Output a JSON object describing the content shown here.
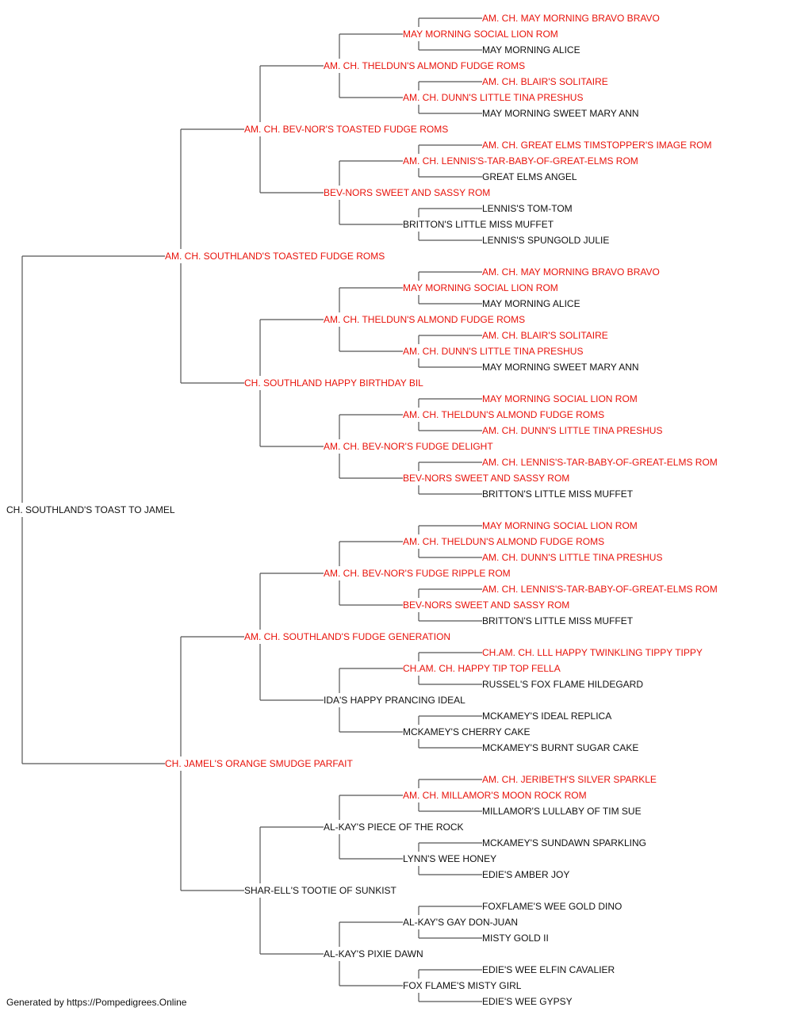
{
  "colors": {
    "champion": "#e8130b",
    "regular": "#111111",
    "line": "#555555"
  },
  "pedigree": {
    "name": "CH. SOUTHLAND'S TOAST TO JAMEL",
    "champion": false,
    "sire": {
      "name": "AM. CH. SOUTHLAND'S TOASTED FUDGE ROMS",
      "champion": true,
      "sire": {
        "name": "AM. CH. BEV-NOR'S TOASTED FUDGE ROMS",
        "champion": true,
        "sire": {
          "name": "AM. CH. THELDUN'S ALMOND FUDGE ROMS",
          "champion": true,
          "sire": {
            "name": "MAY MORNING SOCIAL LION ROM",
            "champion": true,
            "sire": {
              "name": "AM. CH. MAY MORNING BRAVO BRAVO",
              "champion": true
            },
            "dam": {
              "name": "MAY MORNING ALICE",
              "champion": false
            }
          },
          "dam": {
            "name": "AM. CH. DUNN'S LITTLE TINA PRESHUS",
            "champion": true,
            "sire": {
              "name": "AM. CH. BLAIR'S SOLITAIRE",
              "champion": true
            },
            "dam": {
              "name": "MAY MORNING SWEET MARY ANN",
              "champion": false
            }
          }
        },
        "dam": {
          "name": "BEV-NORS SWEET AND SASSY ROM",
          "champion": true,
          "sire": {
            "name": "AM. CH. LENNIS'S-TAR-BABY-OF-GREAT-ELMS ROM",
            "champion": true,
            "sire": {
              "name": "AM. CH. GREAT ELMS TIMSTOPPER'S IMAGE ROM",
              "champion": true
            },
            "dam": {
              "name": "GREAT ELMS ANGEL",
              "champion": false
            }
          },
          "dam": {
            "name": "BRITTON'S LITTLE MISS MUFFET",
            "champion": false,
            "sire": {
              "name": "LENNIS'S TOM-TOM",
              "champion": false
            },
            "dam": {
              "name": "LENNIS'S SPUNGOLD JULIE",
              "champion": false
            }
          }
        }
      },
      "dam": {
        "name": "CH. SOUTHLAND HAPPY BIRTHDAY BIL",
        "champion": true,
        "sire": {
          "name": "AM. CH. THELDUN'S ALMOND FUDGE ROMS",
          "champion": true,
          "sire": {
            "name": "MAY MORNING SOCIAL LION ROM",
            "champion": true,
            "sire": {
              "name": "AM. CH. MAY MORNING BRAVO BRAVO",
              "champion": true
            },
            "dam": {
              "name": "MAY MORNING ALICE",
              "champion": false
            }
          },
          "dam": {
            "name": "AM. CH. DUNN'S LITTLE TINA PRESHUS",
            "champion": true,
            "sire": {
              "name": "AM. CH. BLAIR'S SOLITAIRE",
              "champion": true
            },
            "dam": {
              "name": "MAY MORNING SWEET MARY ANN",
              "champion": false
            }
          }
        },
        "dam": {
          "name": "AM. CH. BEV-NOR'S FUDGE DELIGHT",
          "champion": true,
          "sire": {
            "name": "AM. CH. THELDUN'S ALMOND FUDGE ROMS",
            "champion": true,
            "sire": {
              "name": "MAY MORNING SOCIAL LION ROM",
              "champion": true
            },
            "dam": {
              "name": "AM. CH. DUNN'S LITTLE TINA PRESHUS",
              "champion": true
            }
          },
          "dam": {
            "name": "BEV-NORS SWEET AND SASSY ROM",
            "champion": true,
            "sire": {
              "name": "AM. CH. LENNIS'S-TAR-BABY-OF-GREAT-ELMS ROM",
              "champion": true
            },
            "dam": {
              "name": "BRITTON'S LITTLE MISS MUFFET",
              "champion": false
            }
          }
        }
      }
    },
    "dam": {
      "name": "CH. JAMEL'S ORANGE SMUDGE PARFAIT",
      "champion": true,
      "sire": {
        "name": "AM. CH. SOUTHLAND'S FUDGE GENERATION",
        "champion": true,
        "sire": {
          "name": "AM. CH. BEV-NOR'S FUDGE RIPPLE ROM",
          "champion": true,
          "sire": {
            "name": "AM. CH. THELDUN'S ALMOND FUDGE ROMS",
            "champion": true,
            "sire": {
              "name": "MAY MORNING SOCIAL LION ROM",
              "champion": true
            },
            "dam": {
              "name": "AM. CH. DUNN'S LITTLE TINA PRESHUS",
              "champion": true
            }
          },
          "dam": {
            "name": "BEV-NORS SWEET AND SASSY ROM",
            "champion": true,
            "sire": {
              "name": "AM. CH. LENNIS'S-TAR-BABY-OF-GREAT-ELMS ROM",
              "champion": true
            },
            "dam": {
              "name": "BRITTON'S LITTLE MISS MUFFET",
              "champion": false
            }
          }
        },
        "dam": {
          "name": "IDA'S HAPPY PRANCING IDEAL",
          "champion": false,
          "sire": {
            "name": "CH.AM. CH. HAPPY TIP TOP FELLA",
            "champion": true,
            "sire": {
              "name": "CH.AM. CH. LLL HAPPY TWINKLING TIPPY TIPPY",
              "champion": true
            },
            "dam": {
              "name": "RUSSEL'S FOX FLAME HILDEGARD",
              "champion": false
            }
          },
          "dam": {
            "name": "MCKAMEY'S CHERRY CAKE",
            "champion": false,
            "sire": {
              "name": "MCKAMEY'S IDEAL REPLICA",
              "champion": false
            },
            "dam": {
              "name": "MCKAMEY'S BURNT SUGAR CAKE",
              "champion": false
            }
          }
        }
      },
      "dam": {
        "name": "SHAR-ELL'S TOOTIE OF SUNKIST",
        "champion": false,
        "sire": {
          "name": "AL-KAY'S PIECE OF THE ROCK",
          "champion": false,
          "sire": {
            "name": "AM. CH. MILLAMOR'S MOON ROCK ROM",
            "champion": true,
            "sire": {
              "name": "AM. CH. JERIBETH'S SILVER SPARKLE",
              "champion": true
            },
            "dam": {
              "name": "MILLAMOR'S LULLABY OF TIM SUE",
              "champion": false
            }
          },
          "dam": {
            "name": "LYNN'S WEE HONEY",
            "champion": false,
            "sire": {
              "name": "MCKAMEY'S SUNDAWN SPARKLING",
              "champion": false
            },
            "dam": {
              "name": "EDIE'S AMBER JOY",
              "champion": false
            }
          }
        },
        "dam": {
          "name": "AL-KAY'S PIXIE DAWN",
          "champion": false,
          "sire": {
            "name": "AL-KAY'S GAY DON-JUAN",
            "champion": false,
            "sire": {
              "name": "FOXFLAME'S WEE GOLD DINO",
              "champion": false
            },
            "dam": {
              "name": "MISTY GOLD II",
              "champion": false
            }
          },
          "dam": {
            "name": "FOX FLAME'S MISTY GIRL",
            "champion": false,
            "sire": {
              "name": "EDIE'S WEE ELFIN CAVALIER",
              "champion": false
            },
            "dam": {
              "name": "EDIE'S WEE GYPSY",
              "champion": false
            }
          }
        }
      }
    }
  },
  "footer": "Generated by https://Pompedigrees.Online"
}
